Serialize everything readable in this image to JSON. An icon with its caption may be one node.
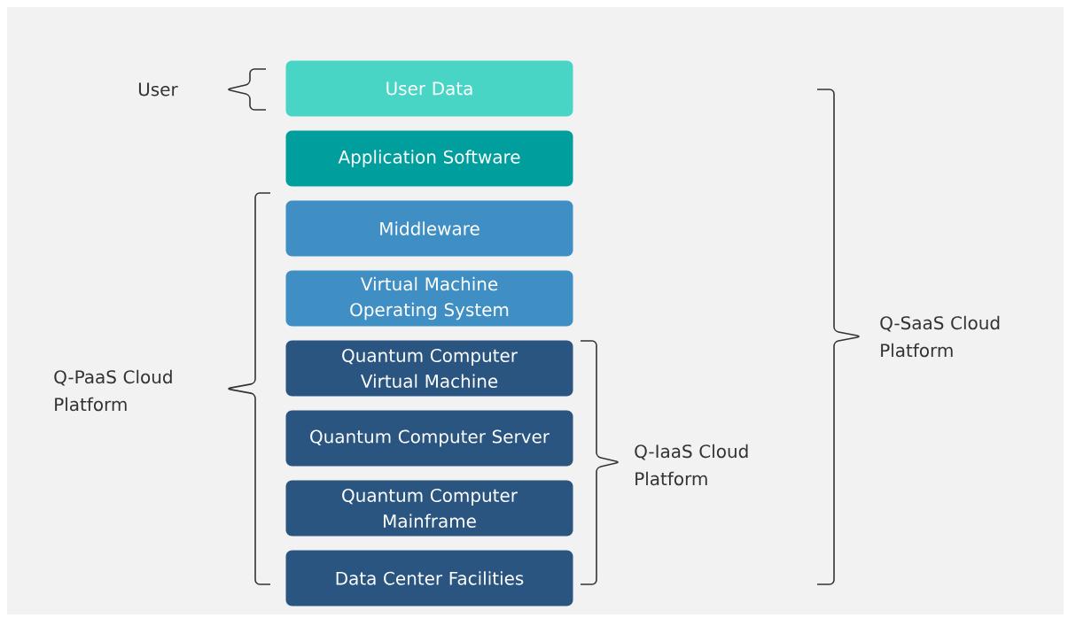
{
  "diagram": {
    "nodes": [
      {
        "text": [
          "User Data"
        ]
      },
      {
        "text": [
          "Application Software"
        ]
      },
      {
        "text": [
          "Middleware"
        ]
      },
      {
        "text": [
          "Virtual Machine Operating System"
        ]
      },
      {
        "text": [
          "Quantum Computer Virtual Machine"
        ]
      },
      {
        "text": [
          "Quantum Computer Server"
        ]
      },
      {
        "text": [
          "Quantum Computer Mainframe"
        ]
      },
      {
        "text": [
          "Data Center Facilities"
        ]
      }
    ],
    "labels": [
      "User",
      "Q-PaaS Cloud Platform",
      "Q-IaaS Cloud Platform",
      "Q-SaaS Cloud Platform"
    ]
  }
}
